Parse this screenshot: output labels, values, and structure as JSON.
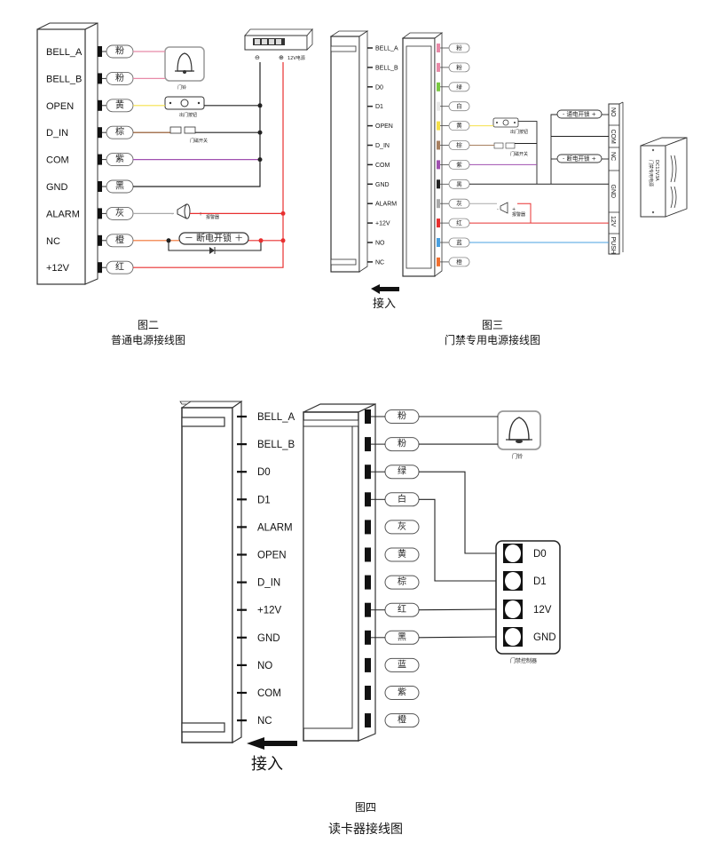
{
  "colors": {
    "pink": "#e88aa8",
    "yellow": "#f5e04a",
    "brown": "#8a4a1e",
    "purple": "#a050b0",
    "black": "#222222",
    "gray": "#aaaaaa",
    "orange": "#f07030",
    "red": "#e83030",
    "green": "#7ac943",
    "white": "#e8e8e8",
    "blue": "#4aa0e0",
    "tan": "#a88060"
  },
  "fig2": {
    "caption_num": "图二",
    "caption_title": "普通电源接线图",
    "pins": [
      {
        "label": "BELL_A",
        "wire": "粉",
        "color": "pink"
      },
      {
        "label": "BELL_B",
        "wire": "粉",
        "color": "pink"
      },
      {
        "label": "OPEN",
        "wire": "黄",
        "color": "yellow"
      },
      {
        "label": "D_IN",
        "wire": "棕",
        "color": "brown"
      },
      {
        "label": "COM",
        "wire": "紫",
        "color": "purple"
      },
      {
        "label": "GND",
        "wire": "黑",
        "color": "black"
      },
      {
        "label": "ALARM",
        "wire": "灰",
        "color": "gray"
      },
      {
        "label": "NC",
        "wire": "橙",
        "color": "orange"
      },
      {
        "label": "+12V",
        "wire": "红",
        "color": "red"
      }
    ],
    "bell_label": "门铃",
    "exit_button_label": "出门按钮",
    "door_sensor_label": "门磁开关",
    "alarm_label": "报警器",
    "lock_label": "－ 断电开锁 ＋",
    "psu_minus": "⊖",
    "psu_plus": "⊕",
    "psu_label": "12V电源"
  },
  "fig3": {
    "caption_num": "图三",
    "caption_title": "门禁专用电源接线图",
    "pins": [
      {
        "label": "BELL_A",
        "wire": "粉",
        "color": "pink"
      },
      {
        "label": "BELL_B",
        "wire": "粉",
        "color": "pink"
      },
      {
        "label": "D0",
        "wire": "绿",
        "color": "green"
      },
      {
        "label": "D1",
        "wire": "白",
        "color": "white"
      },
      {
        "label": "OPEN",
        "wire": "黄",
        "color": "yellow"
      },
      {
        "label": "D_IN",
        "wire": "棕",
        "color": "tan"
      },
      {
        "label": "COM",
        "wire": "紫",
        "color": "purple"
      },
      {
        "label": "GND",
        "wire": "黑",
        "color": "black"
      },
      {
        "label": "ALARM",
        "wire": "灰",
        "color": "gray"
      },
      {
        "label": "+12V",
        "wire": "红",
        "color": "red"
      },
      {
        "label": "NO",
        "wire": "蓝",
        "color": "blue"
      },
      {
        "label": "NC",
        "wire": "橙",
        "color": "orange"
      }
    ],
    "exit_button_label": "出门按钮",
    "door_sensor_label": "门磁开关",
    "alarm_label": "报警器",
    "lock_on_label": "- 通电开锁 +",
    "lock_off_label": "- 断电开锁 +",
    "terminals": [
      "NO",
      "COM",
      "NC",
      "GND",
      "12V",
      "PUSH"
    ],
    "psu_model": "DC12V3A",
    "psu_label": "门禁专用电源",
    "arrow_label": "接入"
  },
  "fig4": {
    "caption_num": "图四",
    "caption_title": "读卡器接线图",
    "pins": [
      {
        "label": "BELL_A",
        "wire": "粉"
      },
      {
        "label": "BELL_B",
        "wire": "粉"
      },
      {
        "label": "D0",
        "wire": "绿"
      },
      {
        "label": "D1",
        "wire": "白"
      },
      {
        "label": "ALARM",
        "wire": "灰"
      },
      {
        "label": "OPEN",
        "wire": "黄"
      },
      {
        "label": "D_IN",
        "wire": "棕"
      },
      {
        "label": "+12V",
        "wire": "红"
      },
      {
        "label": "GND",
        "wire": "黑"
      },
      {
        "label": "NO",
        "wire": "蓝"
      },
      {
        "label": "COM",
        "wire": "紫"
      },
      {
        "label": "NC",
        "wire": "橙"
      }
    ],
    "bell_label": "门铃",
    "controller_terminals": [
      "D0",
      "D1",
      "12V",
      "GND"
    ],
    "controller_label": "门禁控制器",
    "arrow_label": "接入"
  }
}
